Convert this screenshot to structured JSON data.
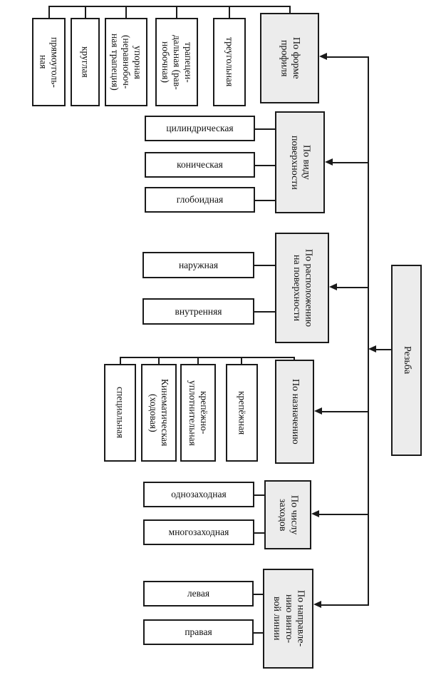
{
  "diagram": {
    "root_label": "Резьба",
    "groups": [
      {
        "category": "По форме\nпрофиля",
        "leaves": [
          "прямоуголь-\nная",
          "круглая",
          "упорная\n(неравнобоч-\nная трапеция)",
          "трапецеи-\nдальная (рав-\nнобочная)",
          "треугольная"
        ]
      },
      {
        "category": "По виду\nповерхности",
        "leaves": [
          "цилиндрическая",
          "коническая",
          "глобоидная"
        ]
      },
      {
        "category": "По расположению\nна поверхности",
        "leaves": [
          "наружная",
          "внутренняя"
        ]
      },
      {
        "category": "По назначению",
        "leaves": [
          "специальная",
          "Кинематическая\n(ходовая)",
          "крепёжно-\nуплотнительная",
          "крепёжная"
        ]
      },
      {
        "category": "По числу\nзаходов",
        "leaves": [
          "однозаходная",
          "многозаходная"
        ]
      },
      {
        "category": "По направле-\nнию винто-\nвой линии",
        "leaves": [
          "левая",
          "правая"
        ]
      }
    ],
    "colors": {
      "category_fill": "#ececec",
      "leaf_fill": "#ffffff",
      "line": "#1a1a1a"
    }
  }
}
